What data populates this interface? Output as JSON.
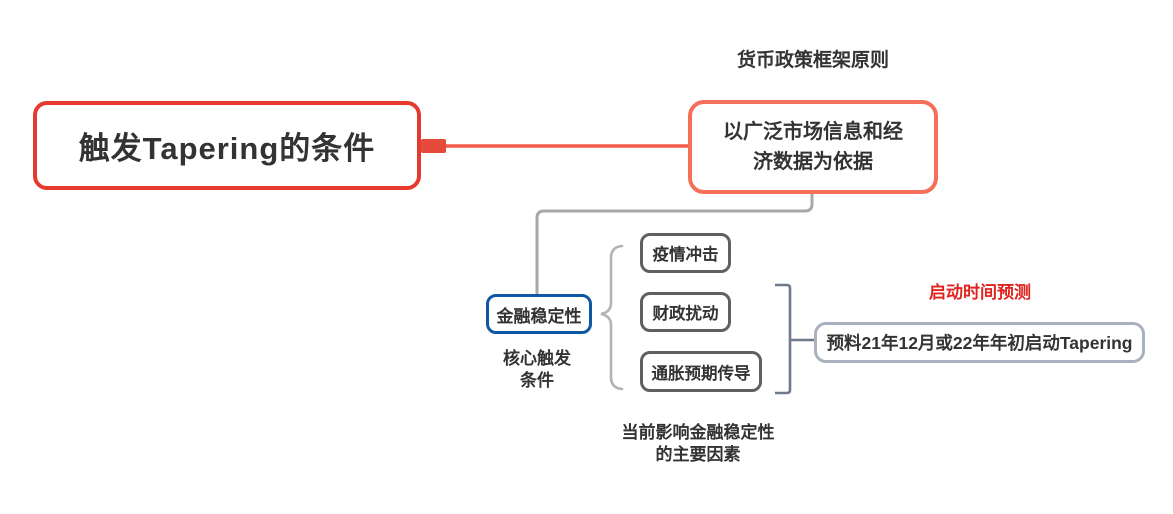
{
  "diagram": {
    "root": {
      "label": "触发Tapering的条件"
    },
    "principle": {
      "annotation": "货币政策框架原则",
      "label": "以广泛市场信息和经\n济数据为依据"
    },
    "core": {
      "label": "金融稳定性",
      "annotation": "核心触发\n条件"
    },
    "factors": {
      "items": [
        {
          "label": "疫情冲击"
        },
        {
          "label": "财政扰动"
        },
        {
          "label": "通胀预期传导"
        }
      ],
      "annotation": "当前影响金融稳定性\n的主要因素"
    },
    "prediction": {
      "annotation": "启动时间预测",
      "label": "预料21年12月或22年年初启动Tapering"
    },
    "colors": {
      "root_border": "#e63a2e",
      "branch_border": "#f4705a",
      "connector_red": "#f25b48",
      "connector_nub": "#e64a3a",
      "connector_gray": "#a8a8a8",
      "core_border": "#0e57a3",
      "factor_border": "#5f6063",
      "brace_gray": "#b3b3b3",
      "bracket_gray": "#6e7a8a",
      "prediction_border": "#a9b1be",
      "text": "#333333",
      "annotation_red": "#e02420"
    }
  }
}
